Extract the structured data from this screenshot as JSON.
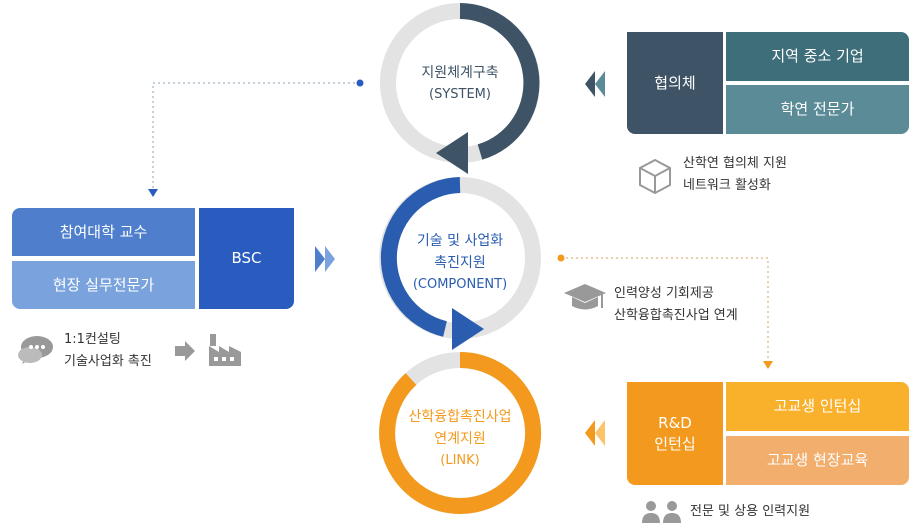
{
  "system": {
    "title": "지원체계구축",
    "sub": "(SYSTEM)",
    "color": "#3e5366"
  },
  "component": {
    "title_line1": "기술 및 사업화",
    "title_line2": "촉진지원",
    "sub": "(COMPONENT)",
    "color": "#2a5db0"
  },
  "link": {
    "title_line1": "산학융합촉진사업",
    "title_line2": "연계지원",
    "sub": "(LINK)",
    "color": "#f39a1e"
  },
  "consortium": {
    "label": "협의체",
    "items": [
      "지역 중소 기업",
      "학연 전문가"
    ],
    "note_line1": "산학연 협의체 지원",
    "note_line2": "네트워크 활성화",
    "note_icon": "cube-icon"
  },
  "bsc": {
    "label": "BSC",
    "items": [
      "참여대학 교수",
      "현장 실무전문가"
    ],
    "note_line1": "1:1컨설팅",
    "note_line2": "기술사업화 촉진",
    "note_icon": "chat-bubbles-icon",
    "target_icon": "factory-icon"
  },
  "talent": {
    "note_line1": "인력양성 기회제공",
    "note_line2": "산학융합촉진사업 연계",
    "note_icon": "graduation-cap-icon"
  },
  "rnd": {
    "label_line1": "R&D",
    "label_line2": "인턴십",
    "items": [
      "고교생 인턴십",
      "고교생 현장교육"
    ],
    "note": "전문 및 상용 인력지원",
    "note_icon": "people-icon"
  },
  "colors": {
    "ring_gray": "#e3e3e3",
    "consortium_main": "#3e5366",
    "consortium_item1": "#3d6e7a",
    "consortium_item2": "#5a8b96",
    "bsc_main": "#2a5bbe",
    "bsc_item1": "#4f7fcc",
    "bsc_item2": "#7aa3de",
    "rnd_main": "#f39a1e",
    "rnd_item1": "#f9b12c",
    "rnd_item2": "#f1ae6d",
    "note_icon_gray": "#999999"
  }
}
